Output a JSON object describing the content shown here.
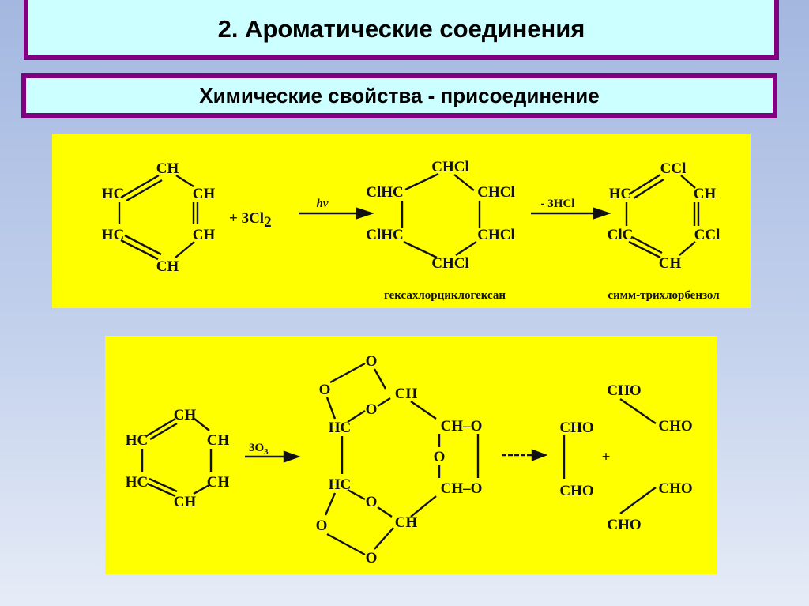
{
  "header": {
    "title": "2. Ароматические соединения",
    "subtitle": "Химические свойства - присоединение"
  },
  "colors": {
    "frame": "#800080",
    "box_bg": "#ccffff",
    "panel_bg": "#ffff00"
  },
  "reaction1": {
    "benzene": [
      "CH",
      "HC",
      "CH",
      "HC",
      "CH",
      "CH"
    ],
    "reagent": "+ 3Cl",
    "reagent_sub": "2",
    "condition": "hν",
    "intermediate": [
      "CHCl",
      "ClHC",
      "CHCl",
      "ClHC",
      "CHCl",
      "CHCl"
    ],
    "intermediate_name": "гексахлорциклогексан",
    "elimination": "- 3HCl",
    "product": [
      "CCl",
      "HC",
      "CH",
      "ClC",
      "CCl",
      "CH"
    ],
    "product_name": "симм-трихлорбензол"
  },
  "reaction2": {
    "benzene": [
      "CH",
      "HC",
      "CH",
      "HC",
      "CH",
      "CH"
    ],
    "reagent": "3O",
    "reagent_sub": "3",
    "ozonide": {
      "o": "O",
      "ch": "CH",
      "hc": "HC",
      "cho": "CH–O"
    },
    "products": [
      "CHO",
      "CHO",
      "CHO",
      "CHO",
      "CHO",
      "CHO"
    ],
    "plus": "+"
  }
}
